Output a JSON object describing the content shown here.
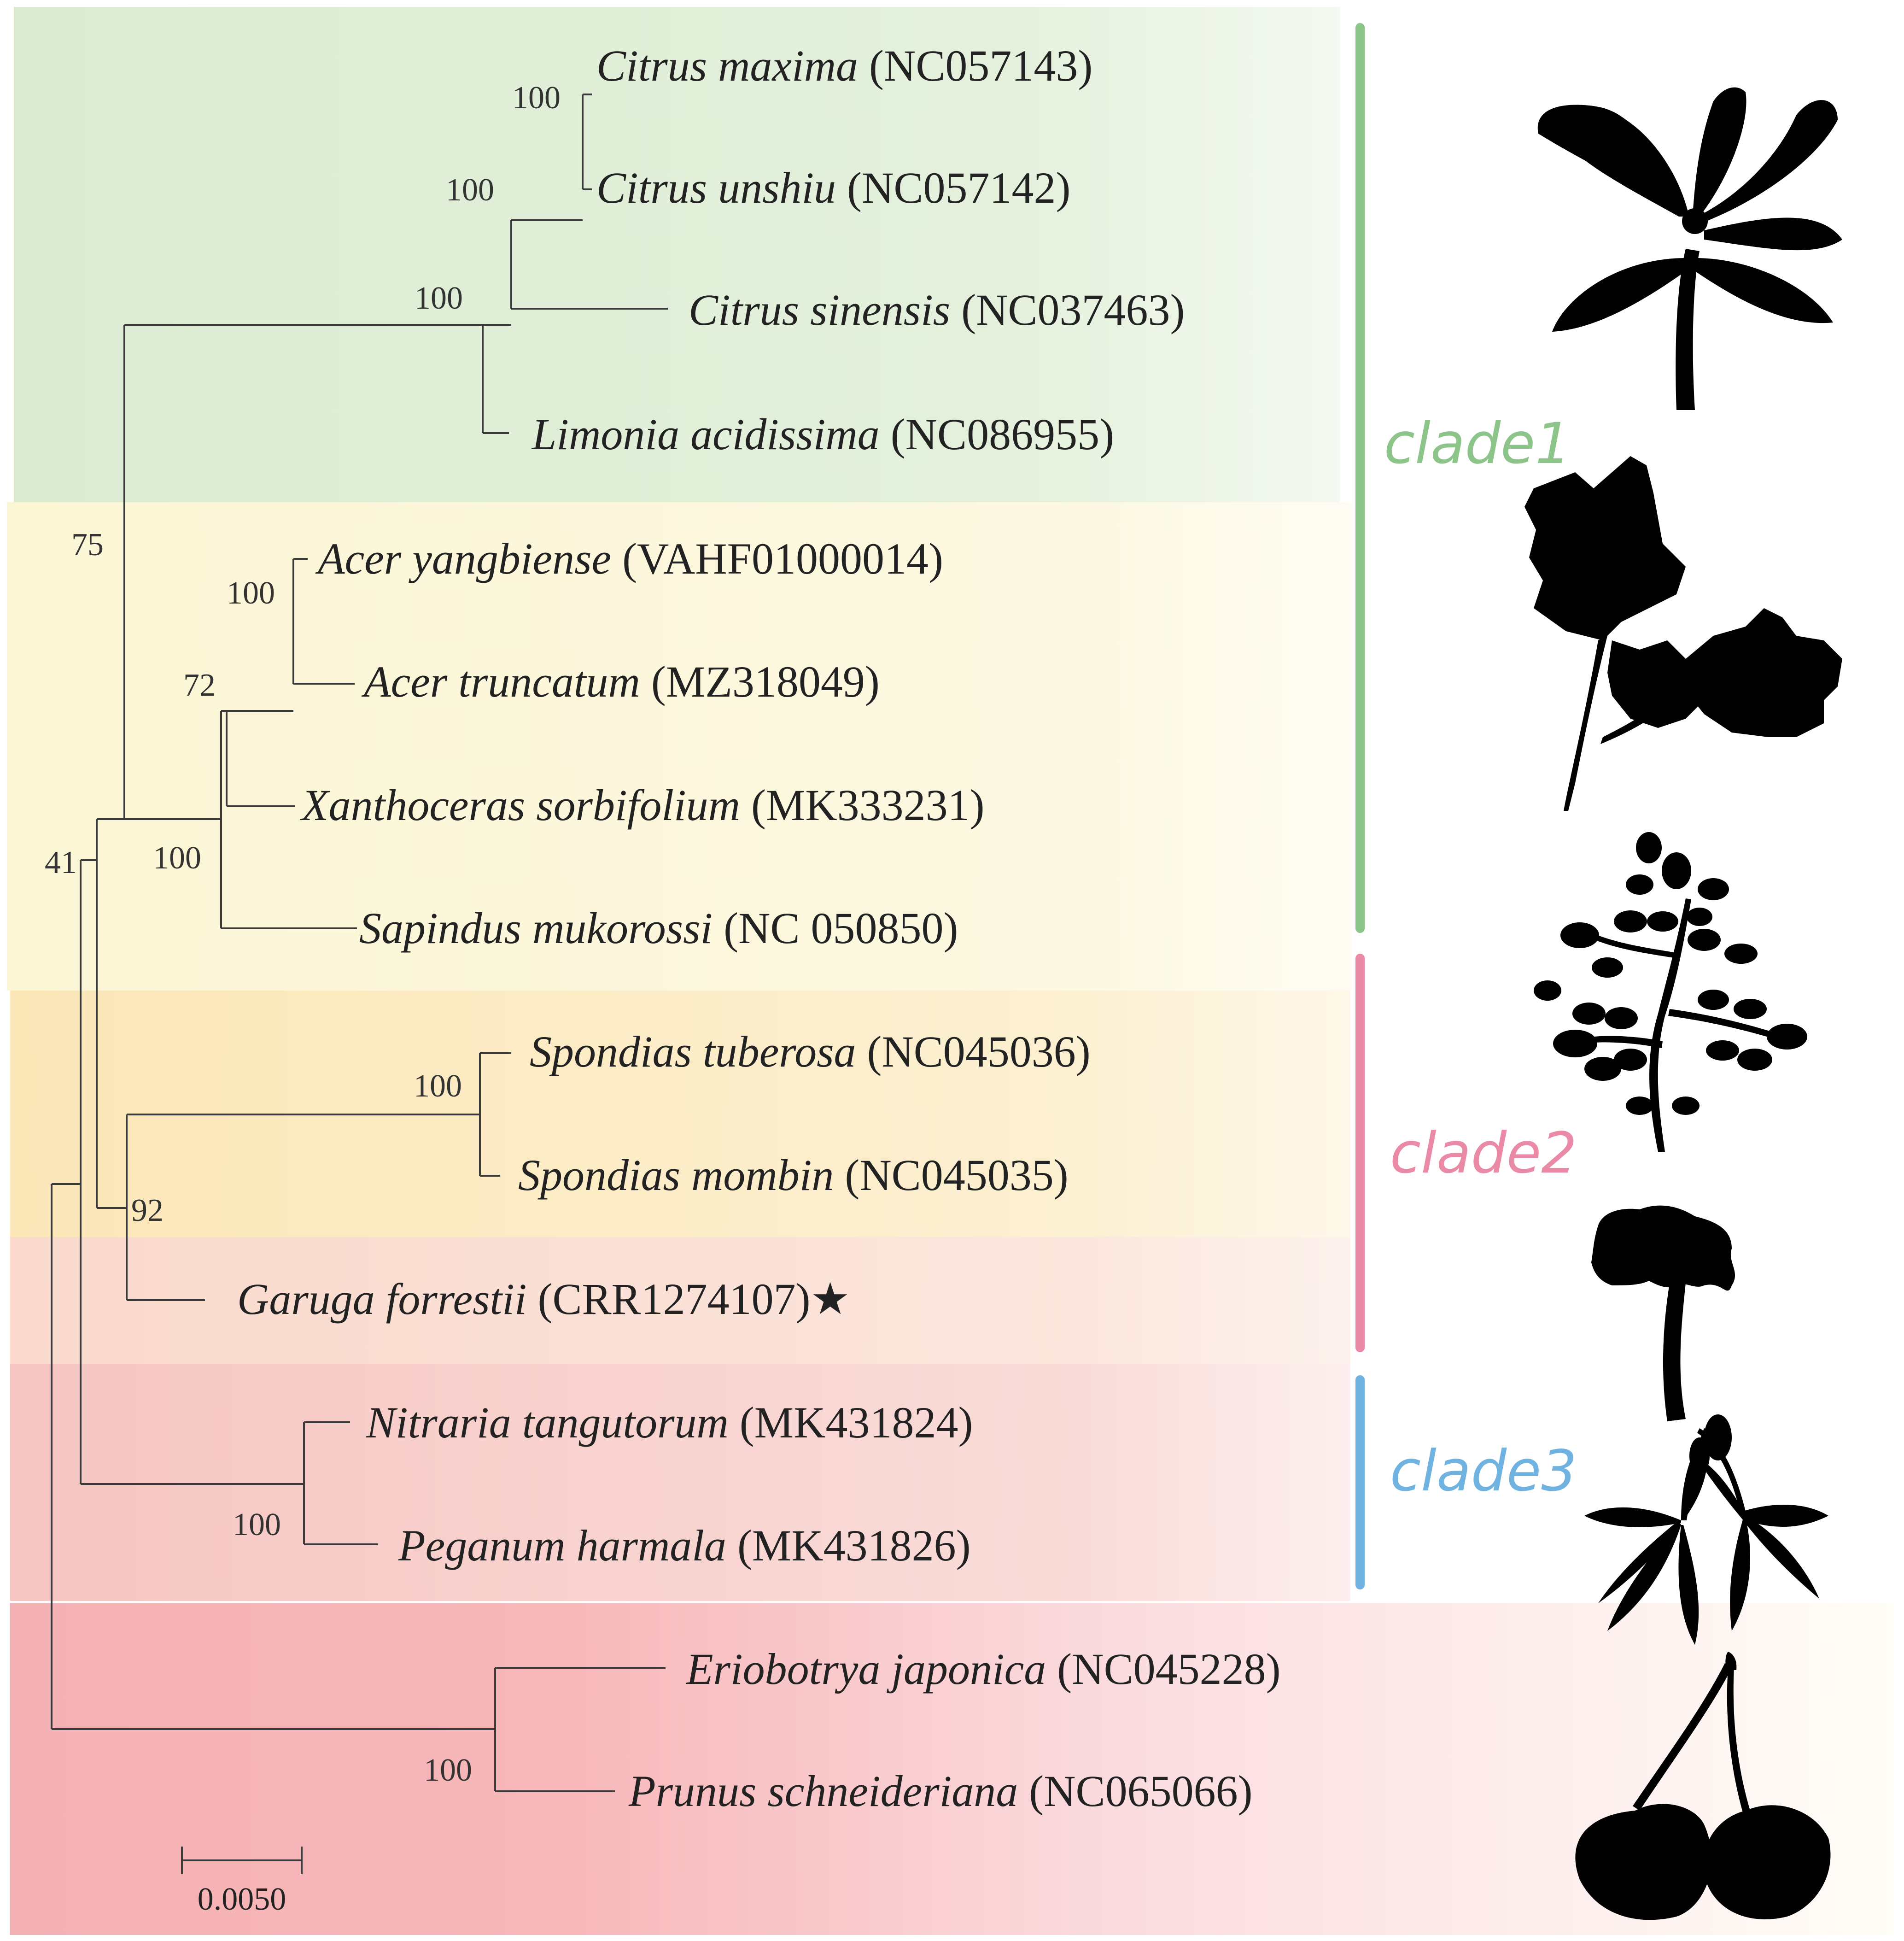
{
  "taxa": [
    {
      "genus_species": "Citrus maxima",
      "accession": "(NC057143)"
    },
    {
      "genus_species": "Citrus unshiu",
      "accession": "(NC057142)"
    },
    {
      "genus_species": "Citrus sinensis",
      "accession": "(NC037463)"
    },
    {
      "genus_species": "Limonia acidissima",
      "accession": "(NC086955)"
    },
    {
      "genus_species": "Acer yangbiense",
      "accession": "(VAHF01000014)"
    },
    {
      "genus_species": "Acer truncatum",
      "accession": "(MZ318049)"
    },
    {
      "genus_species": "Xanthoceras sorbifolium",
      "accession": "(MK333231)"
    },
    {
      "genus_species": "Sapindus mukorossi",
      "accession": "(NC 050850)"
    },
    {
      "genus_species": "Spondias tuberosa",
      "accession": "(NC045036)"
    },
    {
      "genus_species": "Spondias mombin",
      "accession": "(NC045035)"
    },
    {
      "genus_species": "Garuga forrestii",
      "accession": "(CRR1274107)",
      "marker": "★"
    },
    {
      "genus_species": "Nitraria tangutorum",
      "accession": "(MK431824)"
    },
    {
      "genus_species": "Peganum harmala",
      "accession": "(MK431826)"
    },
    {
      "genus_species": "Eriobotrya japonica",
      "accession": "(NC045228)"
    },
    {
      "genus_species": "Prunus schneideriana",
      "accession": "(NC065066)"
    }
  ],
  "support_values": {
    "citrus_maxima_unshiu": "100",
    "citrus_core": "100",
    "citrus_limonia": "100",
    "rutaceae_sapindaceae": "75",
    "acer_pair": "100",
    "acer_xanthoceras": "72",
    "sapindaceae": "100",
    "ingroup": "41",
    "spondias_pair": "100",
    "anacardiaceae_burseraceae": "92",
    "nitraria_peganum": "100",
    "eriobotrya_prunus": "100"
  },
  "scale_bar": {
    "label": "0.0050"
  },
  "clades": [
    {
      "label": "clade1",
      "color": "#8cc48a"
    },
    {
      "label": "clade2",
      "color": "#ea8aa6"
    },
    {
      "label": "clade3",
      "color": "#70b2e0"
    }
  ],
  "band_colors": [
    "#e1efd9",
    "#fbf7d9",
    "#fbecc2",
    "#fbddd0",
    "#f7cbc7",
    "#f6b3b6"
  ],
  "silhouette_icons": [
    "citrus-leaf-icon",
    "maple-leaf-icon",
    "pinnate-branch-icon",
    "ginkgo-leaf-icon",
    "compound-leaf-icon",
    "cherry-fruit-icon"
  ]
}
